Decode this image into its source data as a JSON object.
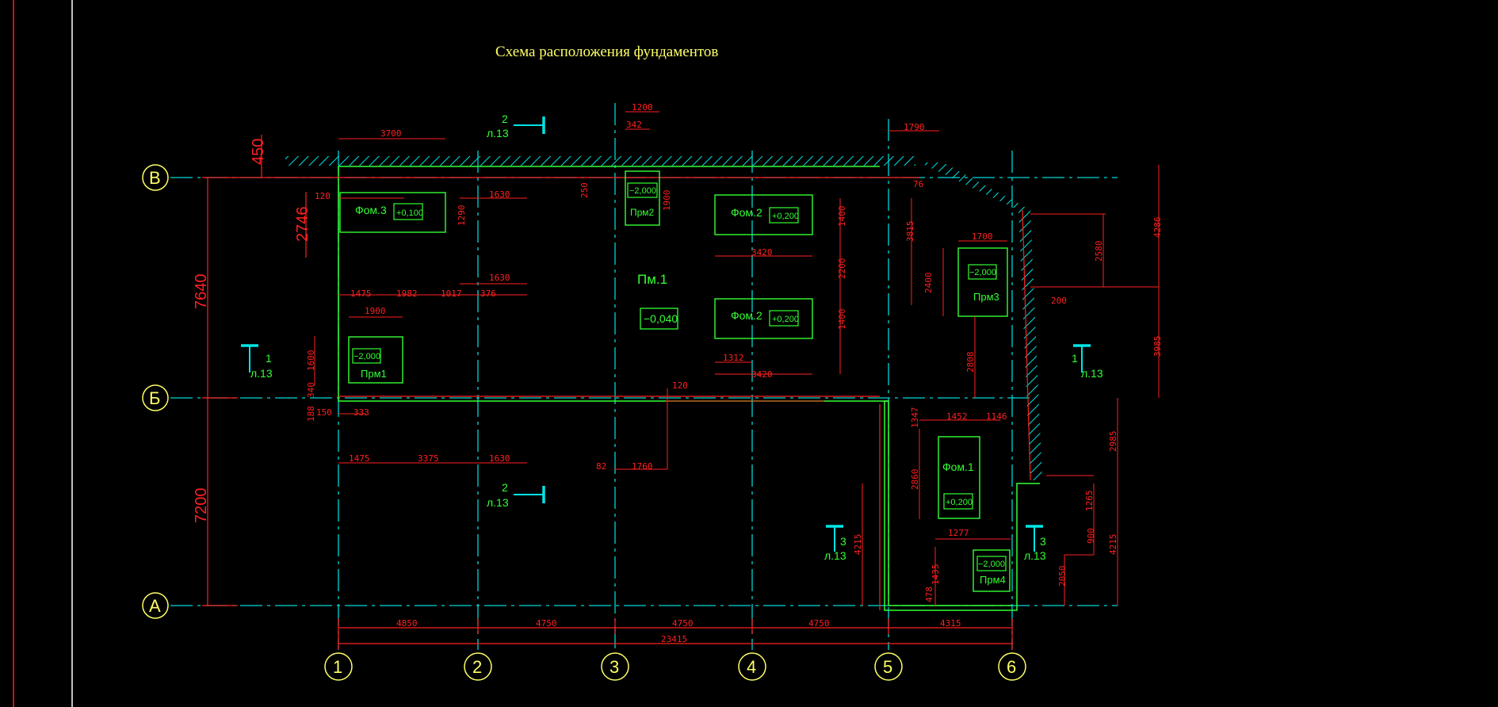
{
  "title": "Схема расположения фундаментов",
  "axes": {
    "letters": [
      "В",
      "Б",
      "А"
    ],
    "numbers": [
      "1",
      "2",
      "3",
      "4",
      "5",
      "6"
    ]
  },
  "vertical_dims": [
    "450",
    "7640",
    "7200",
    "2746"
  ],
  "bottom_dims": [
    "4850",
    "4750",
    "4750",
    "4750",
    "4315",
    "23415"
  ],
  "foundations": {
    "fom3": {
      "name": "Фом.3",
      "level": "+0,100"
    },
    "fom2_top": {
      "name": "Фом.2",
      "level": "+0,200"
    },
    "fom2_bottom": {
      "name": "Фом.2",
      "level": "+0,200"
    },
    "fom1": {
      "name": "Фом.1",
      "level": "+0,200"
    },
    "prm1": {
      "name": "Прм1",
      "level": "−2,000"
    },
    "prm2": {
      "name": "Прм2",
      "level": "−2,000"
    },
    "prm3": {
      "name": "Прм3",
      "level": "−2,000"
    },
    "prm4": {
      "name": "Прм4",
      "level": "−2,000"
    }
  },
  "floor": {
    "name": "Пм.1",
    "level": "−0,040"
  },
  "sections": {
    "s2_top": {
      "num": "2",
      "sheet": "л.13"
    },
    "s2_bottom": {
      "num": "2",
      "sheet": "л.13"
    },
    "s1_left": {
      "num": "1",
      "sheet": "л.13"
    },
    "s1_right": {
      "num": "1",
      "sheet": "л.13"
    },
    "s3_left": {
      "num": "3",
      "sheet": "л.13"
    },
    "s3_right": {
      "num": "3",
      "sheet": "л.13"
    }
  },
  "small_dims": {
    "d3700": "3700",
    "d120": "120",
    "d1290": "1290",
    "d1630a": "1630",
    "d1630b": "1630",
    "d1475a": "1475",
    "d1982": "1982",
    "d1017": "1017",
    "d376": "376",
    "d1900a": "1900",
    "d1600": "1600",
    "d340": "340",
    "d188": "188",
    "d150": "150",
    "d333": "333",
    "d1475b": "1475",
    "d3375": "3375",
    "d1630c": "1630",
    "d1200": "1200",
    "d342": "342",
    "d250": "250",
    "d1900b": "1900",
    "d3420a": "3420",
    "d1400a": "1400",
    "d2200": "2200",
    "d1400b": "1400",
    "d1312": "1312",
    "d3420b": "3420",
    "d120b": "120",
    "d82": "82",
    "d1760": "1760",
    "d1790": "1790",
    "d3815": "3815",
    "d1700": "1700",
    "d2400": "2400",
    "d2580": "2580",
    "d4286": "4286",
    "d200": "200",
    "d2808": "2808",
    "d3985": "3985",
    "d1452": "1452",
    "d1146": "1146",
    "d1347": "1347",
    "d2860": "2860",
    "d2985": "2985",
    "d1277": "1277",
    "d1435": "1435",
    "d478": "478",
    "d4215a": "4215",
    "d1265": "1265",
    "d900": "900",
    "d2050": "2050",
    "d4215b": "4215",
    "d76": "76"
  }
}
